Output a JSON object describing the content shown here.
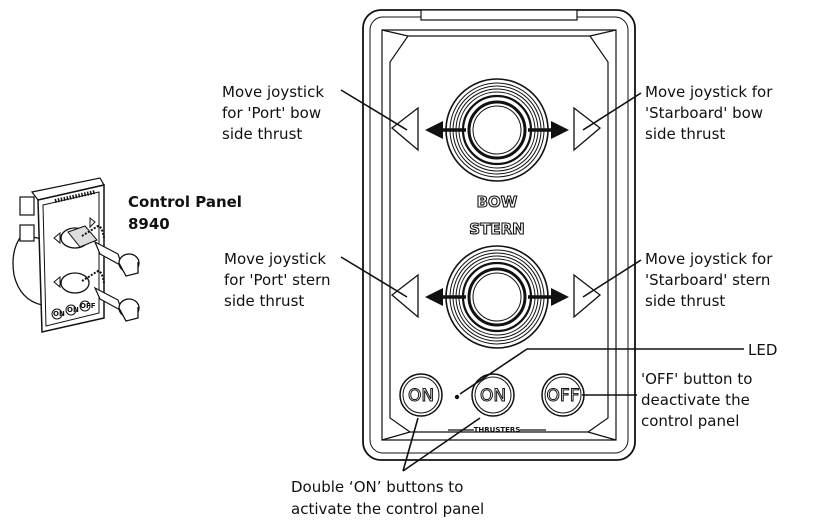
{
  "product": {
    "title_line1": "Control Panel",
    "title_line2": "8940"
  },
  "panel": {
    "label_bow": "BOW",
    "label_stern": "STERN",
    "label_thrusters": "THRUSTERS",
    "buttons": [
      {
        "id": "on-left",
        "label": "ON"
      },
      {
        "id": "on-right",
        "label": "ON"
      },
      {
        "id": "off",
        "label": "OFF"
      }
    ],
    "mini_labels": [
      "ON",
      "ON",
      "OFF"
    ]
  },
  "callouts": {
    "port_bow": [
      "Move joystick",
      "for 'Port' bow",
      "side thrust"
    ],
    "starboard_bow": [
      "Move joystick for",
      "'Starboard' bow",
      "side thrust"
    ],
    "port_stern": [
      "Move joystick",
      "for 'Port' stern",
      "side thrust"
    ],
    "starboard_stern": [
      "Move joystick for",
      "'Starboard' stern",
      "side thrust"
    ],
    "led": "LED",
    "off_button": [
      "'OFF' button to",
      "deactivate the",
      "control panel"
    ],
    "on_buttons": [
      "Double ‘ON’ buttons to",
      "activate the control panel"
    ]
  }
}
